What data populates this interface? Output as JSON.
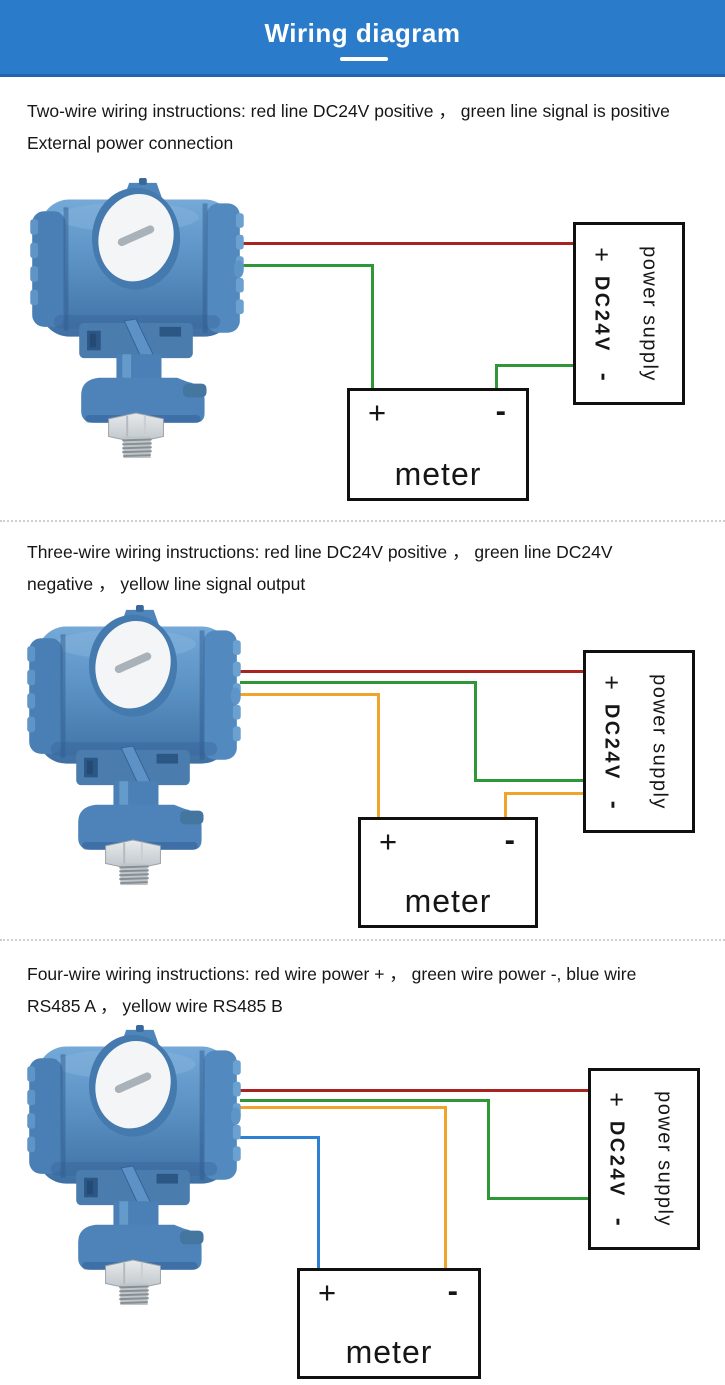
{
  "header": {
    "title": "Wiring diagram"
  },
  "colors": {
    "header_blue": "#2a7bc9",
    "wire_red": "#a82421",
    "wire_green": "#2f9738",
    "wire_yellow": "#efa42d",
    "wire_blue": "#2e80d3",
    "transmitter_blue": "#5b92c4"
  },
  "sections": [
    {
      "name": "two-wire",
      "line1": "Two-wire wiring instructions: red line DC24V positive ，  green line signal is positive",
      "line2": "External power connection",
      "power_supply": {
        "plus": "+",
        "voltage": "DC24V",
        "minus": "-",
        "label": "power supply"
      },
      "meter": {
        "plus": "+",
        "minus": "-",
        "label": "meter"
      },
      "wires": [
        "red",
        "green"
      ]
    },
    {
      "name": "three-wire",
      "line1": "Three-wire wiring instructions: red line DC24V positive ，  green line DC24V",
      "line2": "negative ，  yellow line signal output",
      "power_supply": {
        "plus": "+",
        "voltage": "DC24V",
        "minus": "-",
        "label": "power supply"
      },
      "meter": {
        "plus": "+",
        "minus": "-",
        "label": "meter"
      },
      "wires": [
        "red",
        "green",
        "yellow"
      ]
    },
    {
      "name": "four-wire",
      "line1": "Four-wire wiring instructions: red wire power + ，  green wire power  -,  blue wire",
      "line2": "RS485  A ，  yellow wire RS485  B",
      "power_supply": {
        "plus": "+",
        "voltage": "DC24V",
        "minus": "-",
        "label": "power supply"
      },
      "meter": {
        "plus": "+",
        "minus": "-",
        "label": "meter"
      },
      "wires": [
        "red",
        "green",
        "yellow",
        "blue"
      ]
    }
  ]
}
